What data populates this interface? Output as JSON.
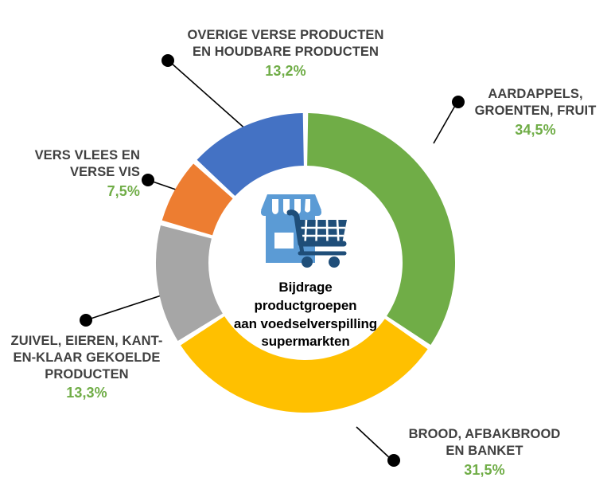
{
  "chart_data": {
    "type": "pie",
    "variant": "donut",
    "title": "Bijdrage productgroepen aan  voedselverspilling supermarkten",
    "center_text": "Bijdrage productgroepen\naan  voedselverspilling\nsupermarkten",
    "center_icon": "supermarket-store-cart-icon",
    "unit": "%",
    "decimal_separator": ",",
    "start_angle_deg": 0,
    "direction": "clockwise",
    "categories": [
      "AARDAPPELS, GROENTEN, FRUIT",
      "BROOD, AFBAKBROOD EN BANKET",
      "ZUIVEL, EIEREN, KANT-EN-KLAAR GEKOELDE PRODUCTEN",
      "VERS VLEES EN VERSE VIS",
      "OVERIGE VERSE PRODUCTEN EN HOUDBARE PRODUCTEN"
    ],
    "values": [
      34.5,
      31.5,
      13.3,
      7.5,
      13.2
    ],
    "value_labels": [
      "34,5%",
      "31,5%",
      "13,3%",
      "7,5%",
      "13,2%"
    ],
    "colors": [
      "#70AD47",
      "#FFC000",
      "#A6A6A6",
      "#ED7D31",
      "#4472C4"
    ],
    "legend": "none",
    "grid": false,
    "slices": [
      {
        "name": "AARDAPPELS, GROENTEN, FRUIT",
        "label": "AARDAPPELS,\nGROENTEN, FRUIT",
        "value": 34.5,
        "value_label": "34,5%",
        "color": "#70AD47"
      },
      {
        "name": "BROOD, AFBAKBROOD EN BANKET",
        "label": "BROOD, AFBAKBROOD\nEN BANKET",
        "value": 31.5,
        "value_label": "31,5%",
        "color": "#FFC000"
      },
      {
        "name": "ZUIVEL, EIEREN, KANT-EN-KLAAR GEKOELDE PRODUCTEN",
        "label": "ZUIVEL, EIEREN, KANT-\nEN-KLAAR GEKOELDE\nPRODUCTEN",
        "value": 13.3,
        "value_label": "13,3%",
        "color": "#A6A6A6"
      },
      {
        "name": "VERS VLEES EN VERSE VIS",
        "label": "VERS VLEES EN\nVERSE VIS",
        "value": 7.5,
        "value_label": "7,5%",
        "color": "#ED7D31"
      },
      {
        "name": "OVERIGE VERSE PRODUCTEN EN HOUDBARE PRODUCTEN",
        "label": "OVERIGE VERSE PRODUCTEN\nEN HOUDBARE PRODUCTEN",
        "value": 13.2,
        "value_label": "13,2%",
        "color": "#4472C4"
      }
    ]
  },
  "style": {
    "label_color": "#404040",
    "value_color": "#70AD47",
    "center_text_color": "#000000",
    "leader_color": "#000000",
    "background": "#FFFFFF",
    "icon_store_color": "#5B9BD5",
    "icon_cart_color": "#1F4E79"
  }
}
